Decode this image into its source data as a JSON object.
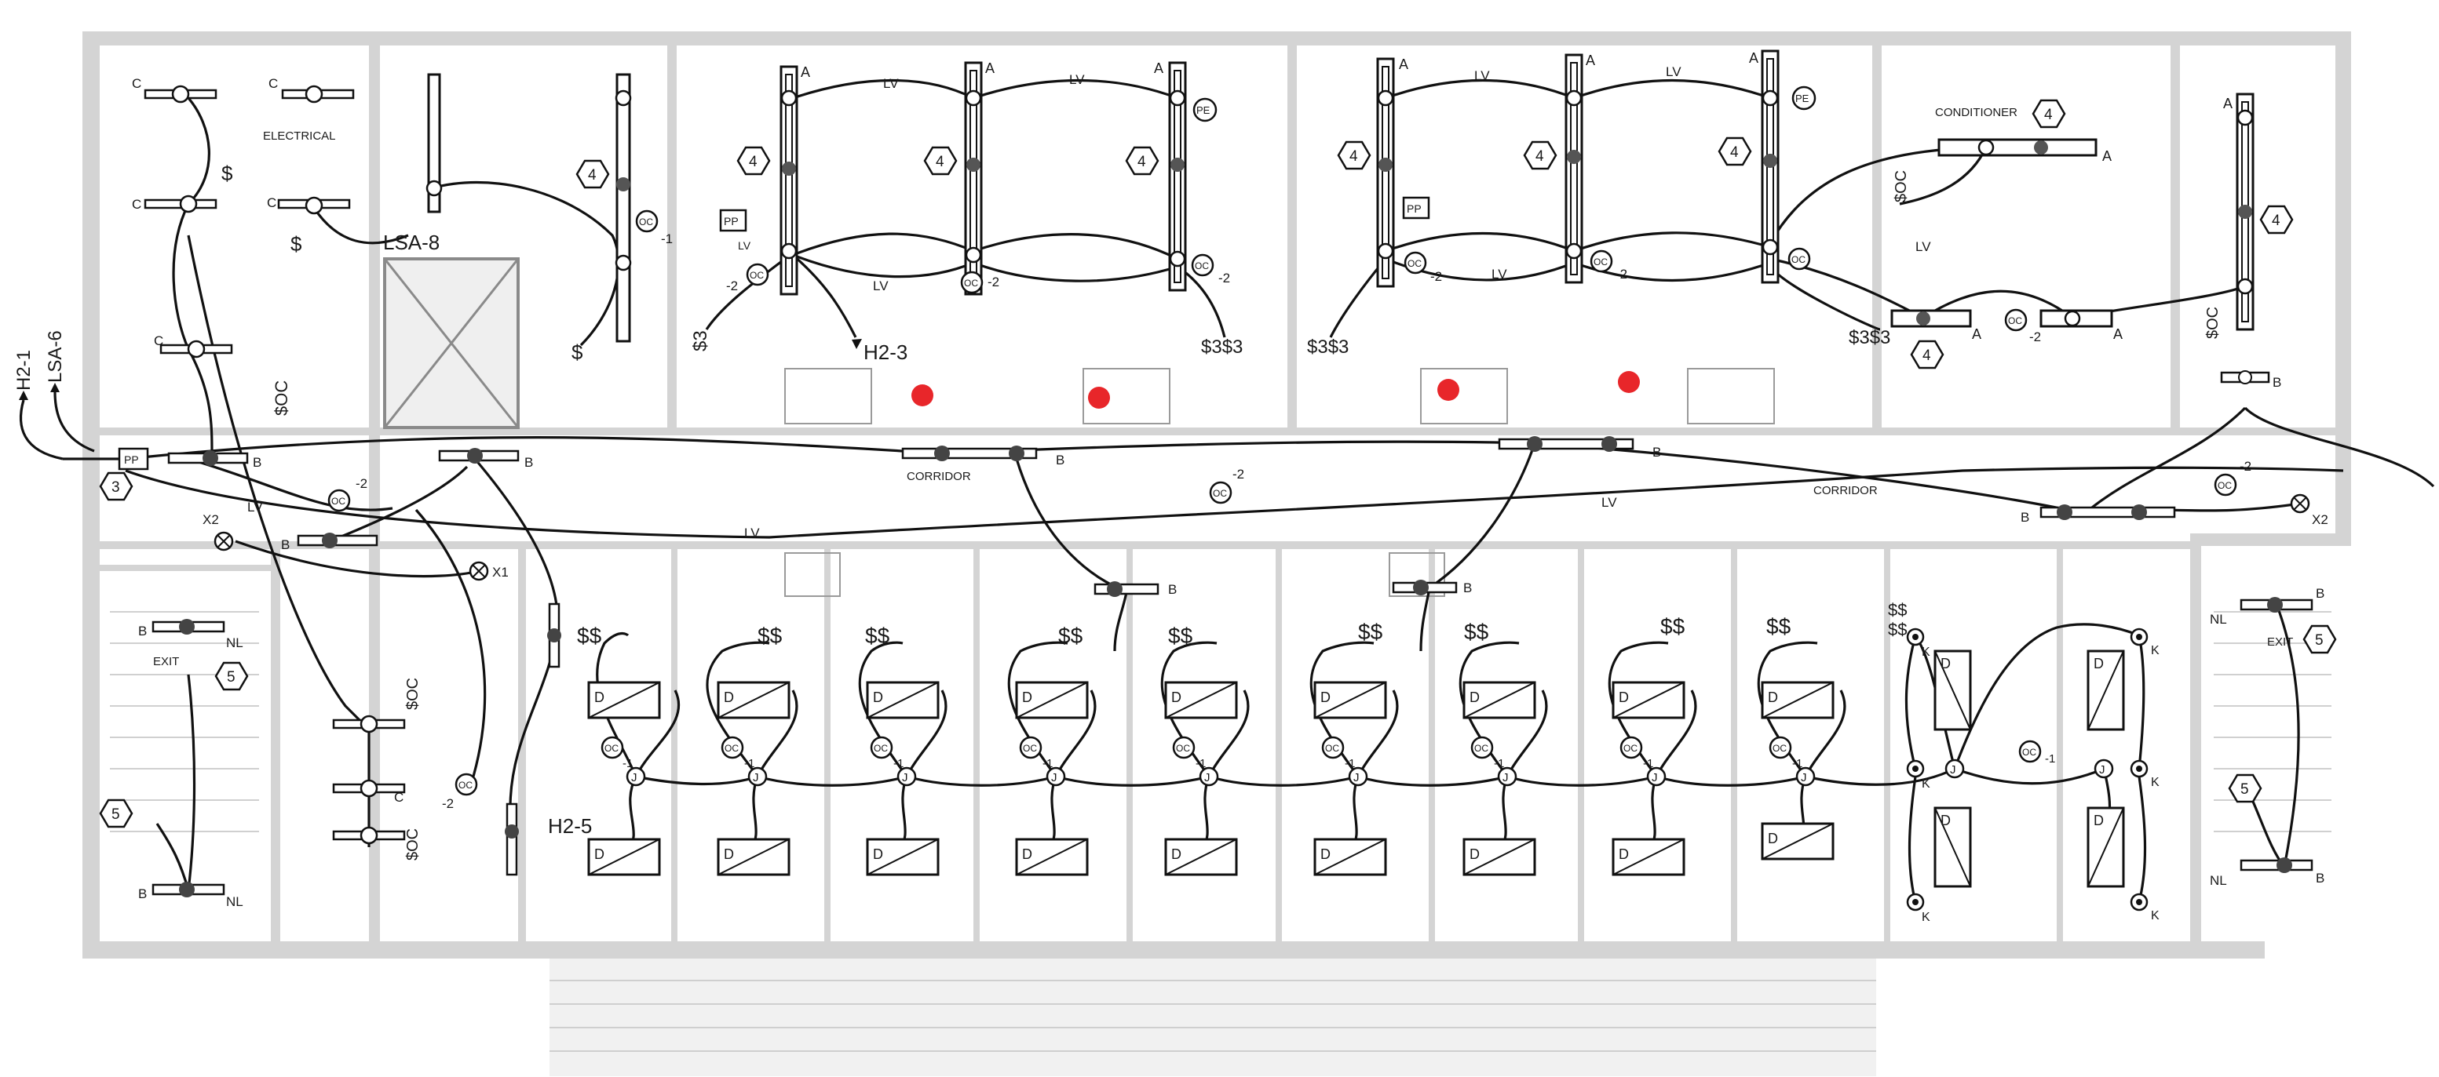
{
  "drawing": {
    "background_color": "#ffffff",
    "wall_color": "#d4d4d4",
    "wire_color": "#111111",
    "marker_color": "#e8262a"
  },
  "room_labels": {
    "electrical": "ELECTRICAL",
    "corridor": "CORRIDOR",
    "exit": "EXIT",
    "conditioner": "CONDITIONER"
  },
  "circuit_labels": {
    "h2_1": "H2-1",
    "lsa_6": "LSA-6",
    "lsa_8": "LSA-8",
    "h2_3": "H2-3",
    "h2_5": "H2-5"
  },
  "tags": {
    "four": "4",
    "three": "3",
    "five": "5"
  },
  "fixture_codes": {
    "a": "A",
    "b": "B",
    "c": "C",
    "d": "D",
    "k": "K",
    "nl": "NL",
    "x1": "X1",
    "x2": "X2",
    "j": "J"
  },
  "device_codes": {
    "lv": "LV",
    "oc": "OC",
    "pe": "PE",
    "pp": "PP",
    "minus1": "-1",
    "minus2": "-2",
    "s": "$",
    "ss": "$$",
    "s3": "$3",
    "ss3": "$3$3",
    "soc": "$OC"
  }
}
